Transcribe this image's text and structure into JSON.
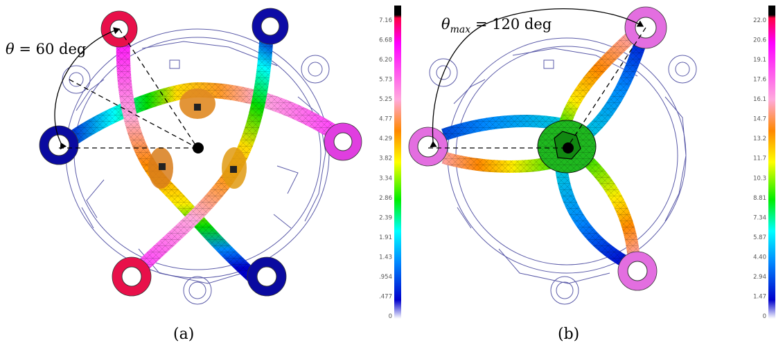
{
  "panel_a": {
    "label": "(a)",
    "angle_symbol": "θ",
    "angle_text": " = 60 deg"
  },
  "panel_b": {
    "label": "(b)",
    "angle_symbol": "θ",
    "angle_subscript": "max",
    "angle_text": " = 120 deg"
  },
  "scale_a": {
    "ticks": [
      "7.16",
      "6.68",
      "6.20",
      "5.73",
      "5.25",
      "4.77",
      "4.29",
      "3.82",
      "3.34",
      "2.86",
      "2.39",
      "1.91",
      "1.43",
      ".954",
      ".477",
      "0"
    ]
  },
  "scale_b": {
    "ticks": [
      "22.0",
      "20.6",
      "19.1",
      "17.6",
      "16.1",
      "14.7",
      "13.2",
      "11.7",
      "10.3",
      "8.81",
      "7.34",
      "5.87",
      "4.40",
      "2.94",
      "1.47",
      "0"
    ]
  },
  "colors": {
    "colorbar": [
      "#000000",
      "#ff0044",
      "#ff00ff",
      "#ffaadd",
      "#ff8800",
      "#ffff00",
      "#00ee00",
      "#00ffff",
      "#0088ff",
      "#0000cc",
      "#ffffff"
    ],
    "outline": "#5a5aa8"
  }
}
